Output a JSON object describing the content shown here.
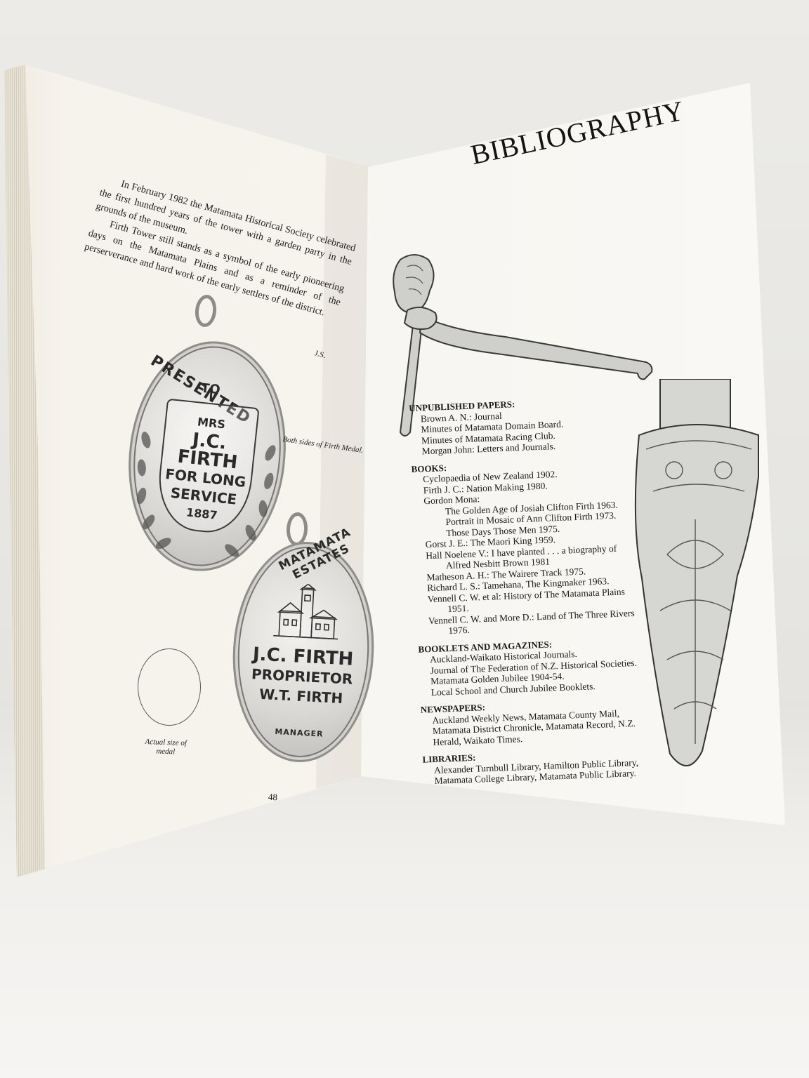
{
  "left_page": {
    "paragraph_1": "In February 1982 the Matamata Historical Society celebrated the first hundred years of the tower with a garden party in the grounds of the museum.",
    "paragraph_2": "Firth Tower still stands as a symbol of the early pioneering days on the Matamata Plains and as a reminder of the perserverance and hard work of the early settlers of the district.",
    "signature": "J.S.",
    "medal_caption": "Both sides of Firth Medal.",
    "actual_size_caption": "Actual size of medal",
    "page_number": "48",
    "medal_front": {
      "arc": "PRESENTED",
      "to": "TO",
      "title": "MRS",
      "name": "J.C. FIRTH",
      "line_1": "FOR LONG",
      "line_2": "SERVICE",
      "year": "1887"
    },
    "medal_back": {
      "arc": "MATAMATA ESTATES",
      "name": "J.C. FIRTH",
      "role_1": "PROPRIETOR",
      "name_2": "W.T. FIRTH",
      "role_2": "MANAGER"
    }
  },
  "right_page": {
    "title": "BIBLIOGRAPHY",
    "sections": [
      {
        "heading": "UNPUBLISHED PAPERS:",
        "entries": [
          "Brown A. N.: Journal",
          "Minutes of Matamata Domain Board.",
          "Minutes of Matamata Racing Club.",
          "Morgan John: Letters and Journals."
        ]
      },
      {
        "heading": "BOOKS:",
        "entries": [
          "Cyclopaedia of New Zealand 1902.",
          "Firth J. C.: Nation Making 1980.",
          "Gordon Mona:",
          "The Golden Age of Josiah Clifton Firth 1963.",
          "Portrait in Mosaic of Ann Clifton Firth 1973.",
          "Those Days Those Men 1975.",
          "Gorst J. E.: The Maori King 1959.",
          "Hall Noelene V.: I have planted . . . a biography of",
          "Alfred Nesbitt Brown 1981",
          "Matheson A. H.: The Wairere Track 1975.",
          "Richard L. S.: Tamehana, The Kingmaker 1963.",
          "Vennell C. W. et al: History of The Matamata Plains",
          "1951.",
          "Vennell C. W. and More D.: Land of The Three Rivers",
          "1976."
        ]
      },
      {
        "heading": "BOOKLETS AND MAGAZINES:",
        "entries": [
          "Auckland-Waikato Historical Journals.",
          "Journal of The Federation of N.Z. Historical Societies.",
          "Matamata Golden Jubilee 1904-54.",
          "Local School and Church Jubilee Booklets."
        ]
      },
      {
        "heading": "NEWSPAPERS:",
        "entries": [
          "Auckland Weekly News, Matamata County Mail,",
          "Matamata District Chronicle, Matamata Record, N.Z.",
          "Herald, Waikato Times."
        ]
      },
      {
        "heading": "LIBRARIES:",
        "entries": [
          "Alexander Turnbull Library, Hamilton Public Library,",
          "Matamata College Library, Matamata Public Library."
        ]
      }
    ]
  },
  "icons": {
    "adze": "adze-illustration",
    "patu": "patu-illustration",
    "tower": "tower-building-icon"
  }
}
